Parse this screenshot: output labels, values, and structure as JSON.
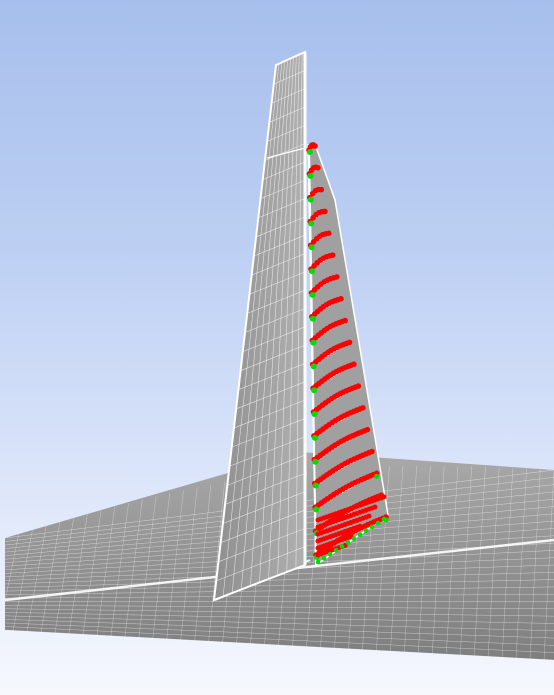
{
  "viewport": {
    "background_top": "#a7bfec",
    "background_bottom": "#f6f8fe"
  },
  "colors": {
    "mesh_face": "#8c8c8c",
    "mesh_line": "#ffffff",
    "sail_face": "#9a9a9a",
    "marker_primary": "#ff0000",
    "marker_secondary": "#00dd00"
  },
  "objects": [
    "ground-plane-mesh",
    "mainsail-surface-mesh",
    "foresail-surface-mesh",
    "sail-section-point-markers"
  ],
  "sections": {
    "count": 18
  }
}
